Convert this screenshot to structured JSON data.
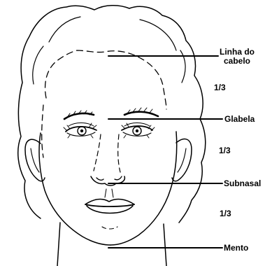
{
  "labels": {
    "hairline_line1": "Linha do",
    "hairline_line2": "cabelo",
    "glabella": "Glabela",
    "subnasal": "Subnasal",
    "chin": "Mento"
  },
  "ratios": {
    "upper": "1/3",
    "middle": "1/3",
    "lower": "1/3"
  },
  "colors": {
    "ink": "#000000",
    "paper": "#ffffff"
  }
}
